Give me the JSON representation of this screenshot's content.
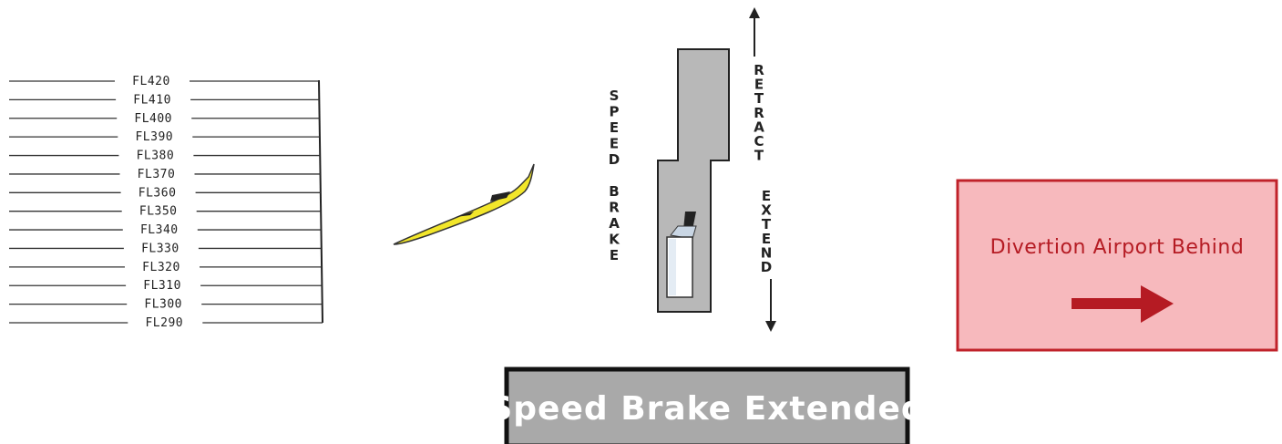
{
  "altimeter": {
    "levels": [
      "FL420",
      "FL410",
      "FL400",
      "FL390",
      "FL380",
      "FL370",
      "FL360",
      "FL350",
      "FL340",
      "FL330",
      "FL320",
      "FL310",
      "FL300",
      "FL290"
    ]
  },
  "speed_brake": {
    "label_letters": [
      "S",
      "P",
      "E",
      "E",
      "D",
      "",
      "B",
      "R",
      "A",
      "K",
      "E"
    ],
    "retract_letters": [
      "R",
      "E",
      "T",
      "R",
      "A",
      "C",
      "T"
    ],
    "extend_letters": [
      "E",
      "X",
      "T",
      "E",
      "N",
      "D"
    ],
    "position": "extended"
  },
  "alert": {
    "title": "Divertion Airport Behind"
  },
  "status_banner": {
    "text": "Speed Brake Extended"
  },
  "colors": {
    "aircraft": "#f2e62a",
    "lever_track": "#b8b8b8",
    "alert_fill": "#f7b9bd",
    "alert_border": "#c0222a",
    "alert_arrow": "#b51b23",
    "banner_fill": "#a9a9a9",
    "banner_border": "#111111"
  }
}
